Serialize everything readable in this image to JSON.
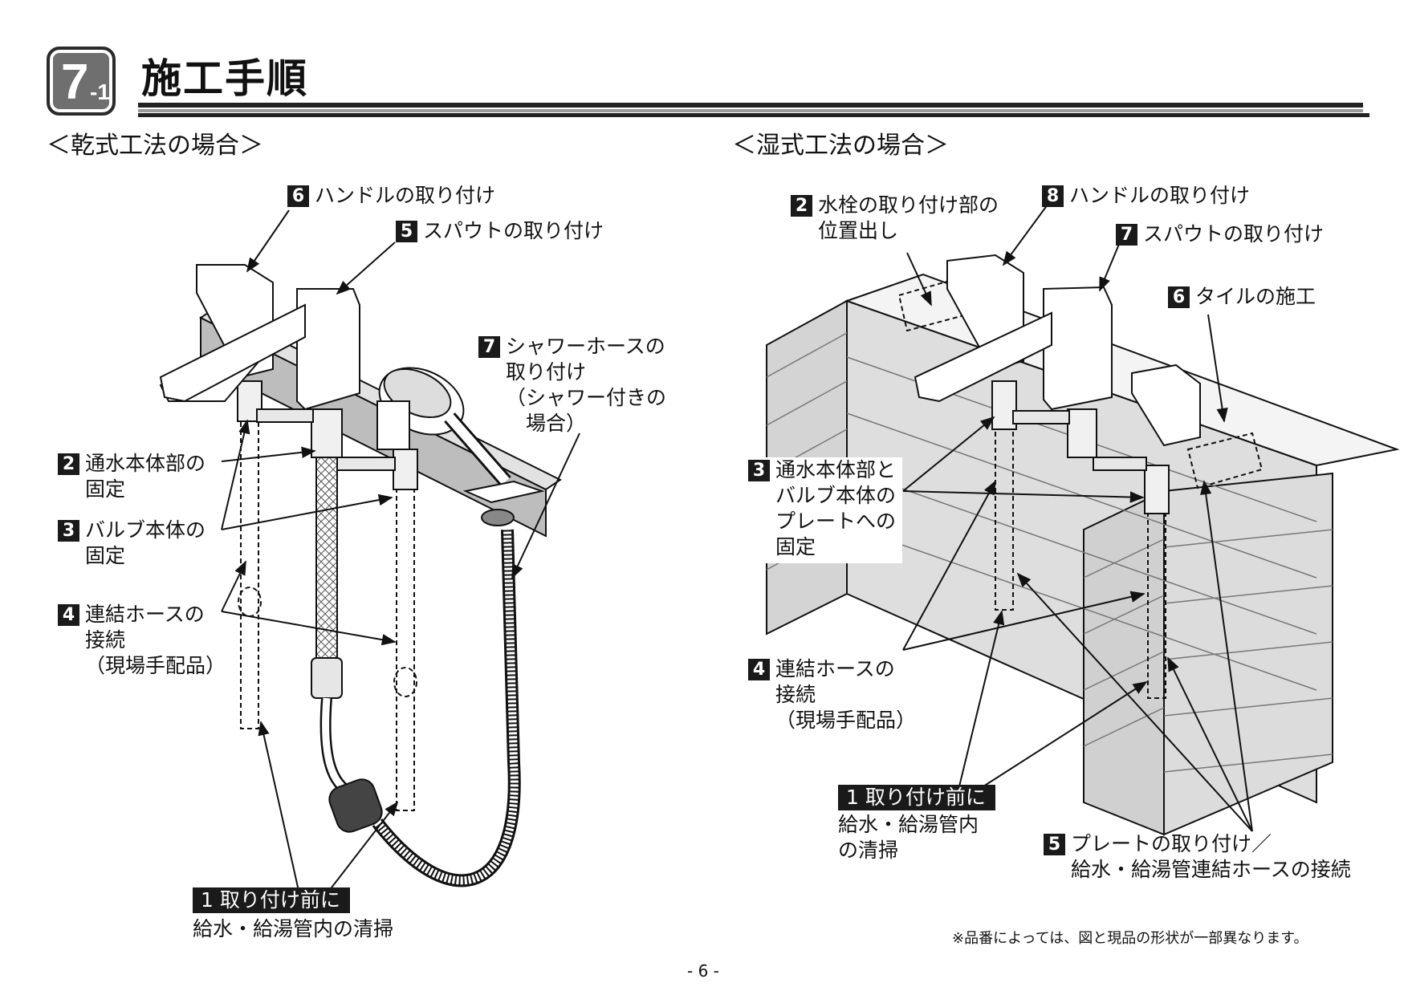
{
  "header": {
    "badge_number": "7",
    "badge_sub": "-1",
    "title": "施工手順"
  },
  "dry": {
    "heading": "＜乾式工法の場合＞",
    "step6": {
      "num": "6",
      "text": "ハンドルの取り付け"
    },
    "step5": {
      "num": "5",
      "text": "スパウトの取り付け"
    },
    "step7": {
      "num": "7",
      "lines": [
        "シャワーホースの",
        "取り付け",
        "（シャワー付きの",
        "　場合）"
      ]
    },
    "step2": {
      "num": "2",
      "lines": [
        "通水本体部の",
        "固定"
      ]
    },
    "step3": {
      "num": "3",
      "lines": [
        "バルブ本体の",
        "固定"
      ]
    },
    "step4": {
      "num": "4",
      "lines": [
        "連結ホースの",
        "接続",
        "（現場手配品）"
      ]
    },
    "step1": {
      "title": "1 取り付け前に",
      "text": "給水・給湯管内の清掃"
    }
  },
  "wet": {
    "heading": "＜湿式工法の場合＞",
    "step2": {
      "num": "2",
      "lines": [
        "水栓の取り付け部の",
        "位置出し"
      ]
    },
    "step8": {
      "num": "8",
      "text": "ハンドルの取り付け"
    },
    "step7": {
      "num": "7",
      "text": "スパウトの取り付け"
    },
    "step6": {
      "num": "6",
      "text": "タイルの施工"
    },
    "step3": {
      "num": "3",
      "lines": [
        "通水本体部と",
        "バルブ本体の",
        "プレートへの",
        "固定"
      ]
    },
    "step4": {
      "num": "4",
      "lines": [
        "連結ホースの",
        "接続",
        "（現場手配品）"
      ]
    },
    "step1": {
      "title": "1 取り付け前に",
      "lines": [
        "給水・給湯管内",
        "の清掃"
      ]
    },
    "step5": {
      "num": "5",
      "lines": [
        "プレートの取り付け／",
        "給水・給湯管連結ホースの接続"
      ]
    }
  },
  "footer": {
    "note": "※品番によっては、図と現品の形状が一部異なります。",
    "page": "- 6 -"
  },
  "colors": {
    "ink": "#1a1a1a",
    "block_fill": "#d9d9d9",
    "block_dark": "#bdbdbd",
    "plate": "#cfcfcf"
  }
}
